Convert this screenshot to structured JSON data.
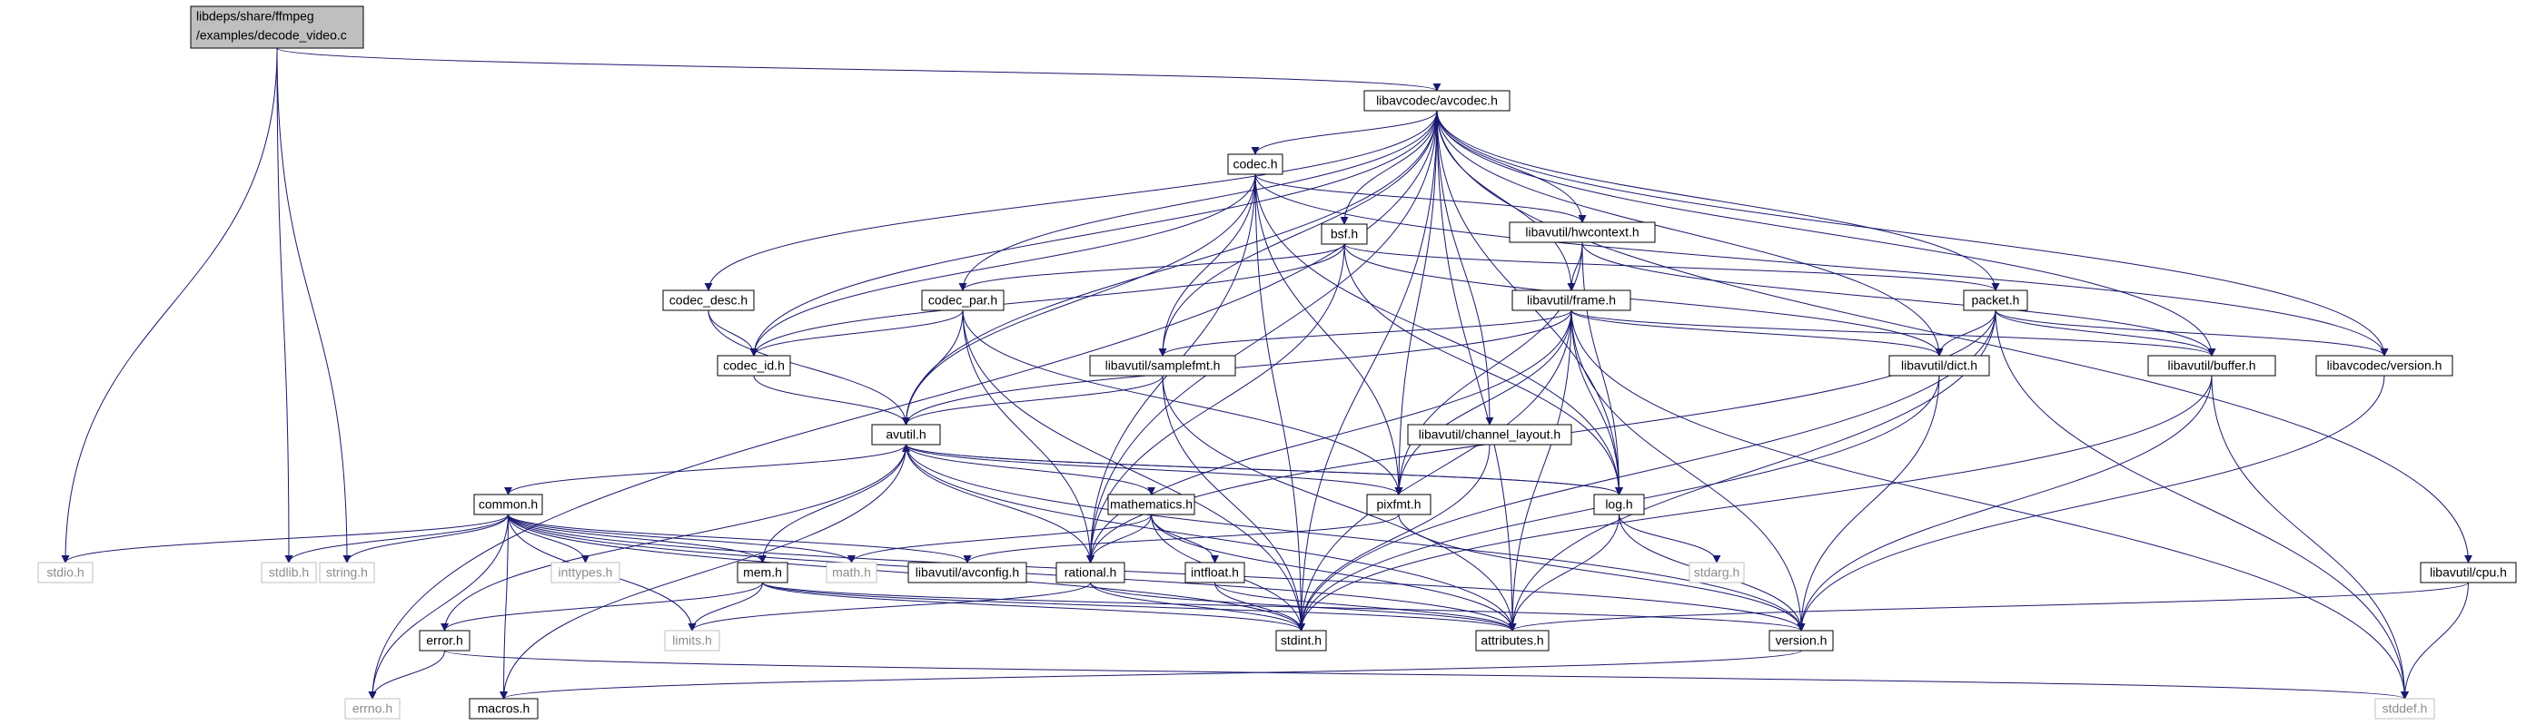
{
  "colors": {
    "edge": "#191970",
    "node_border": "#000000",
    "root_fill": "#bfbfbf",
    "system_border": "#bfbfbf",
    "system_text": "#8c8c8c",
    "text": "#000000"
  },
  "root_label_lines": [
    "libdeps/share/ffmpeg",
    "/examples/decode_video.c"
  ],
  "nodes": [
    {
      "id": "root",
      "label": "",
      "kind": "root"
    },
    {
      "id": "avcodec_h",
      "label": "libavcodec/avcodec.h",
      "kind": "header"
    },
    {
      "id": "codec_h",
      "label": "codec.h",
      "kind": "header"
    },
    {
      "id": "hwcontext_h",
      "label": "libavutil/hwcontext.h",
      "kind": "header"
    },
    {
      "id": "bsf_h",
      "label": "bsf.h",
      "kind": "header"
    },
    {
      "id": "codec_desc_h",
      "label": "codec_desc.h",
      "kind": "header"
    },
    {
      "id": "codec_par_h",
      "label": "codec_par.h",
      "kind": "header"
    },
    {
      "id": "frame_h",
      "label": "libavutil/frame.h",
      "kind": "header"
    },
    {
      "id": "packet_h",
      "label": "packet.h",
      "kind": "header"
    },
    {
      "id": "codec_id_h",
      "label": "codec_id.h",
      "kind": "header"
    },
    {
      "id": "samplefmt_h",
      "label": "libavutil/samplefmt.h",
      "kind": "header"
    },
    {
      "id": "dict_h",
      "label": "libavutil/dict.h",
      "kind": "header"
    },
    {
      "id": "buffer_h",
      "label": "libavutil/buffer.h",
      "kind": "header"
    },
    {
      "id": "avc_version_h",
      "label": "libavcodec/version.h",
      "kind": "header"
    },
    {
      "id": "channel_layout_h",
      "label": "libavutil/channel_layout.h",
      "kind": "header"
    },
    {
      "id": "avutil_h",
      "label": "avutil.h",
      "kind": "header"
    },
    {
      "id": "common_h",
      "label": "common.h",
      "kind": "header"
    },
    {
      "id": "pixfmt_h",
      "label": "pixfmt.h",
      "kind": "header"
    },
    {
      "id": "log_h",
      "label": "log.h",
      "kind": "header"
    },
    {
      "id": "mathematics_h",
      "label": "mathematics.h",
      "kind": "header"
    },
    {
      "id": "avconfig_h",
      "label": "libavutil/avconfig.h",
      "kind": "header"
    },
    {
      "id": "rational_h",
      "label": "rational.h",
      "kind": "header"
    },
    {
      "id": "intfloat_h",
      "label": "intfloat.h",
      "kind": "header"
    },
    {
      "id": "mem_h",
      "label": "mem.h",
      "kind": "header"
    },
    {
      "id": "cpu_h",
      "label": "libavutil/cpu.h",
      "kind": "header"
    },
    {
      "id": "error_h",
      "label": "error.h",
      "kind": "header"
    },
    {
      "id": "stdint_h",
      "label": "stdint.h",
      "kind": "header"
    },
    {
      "id": "attributes_h",
      "label": "attributes.h",
      "kind": "header"
    },
    {
      "id": "version_h",
      "label": "version.h",
      "kind": "header"
    },
    {
      "id": "macros_h",
      "label": "macros.h",
      "kind": "header"
    },
    {
      "id": "stdio_h",
      "label": "stdio.h",
      "kind": "system"
    },
    {
      "id": "stdlib_h",
      "label": "stdlib.h",
      "kind": "system"
    },
    {
      "id": "string_h",
      "label": "string.h",
      "kind": "system"
    },
    {
      "id": "inttypes_h",
      "label": "inttypes.h",
      "kind": "system"
    },
    {
      "id": "math_h",
      "label": "math.h",
      "kind": "system"
    },
    {
      "id": "limits_h",
      "label": "limits.h",
      "kind": "system"
    },
    {
      "id": "stdarg_h",
      "label": "stdarg.h",
      "kind": "system"
    },
    {
      "id": "errno_h",
      "label": "errno.h",
      "kind": "system"
    },
    {
      "id": "stddef_h",
      "label": "stddef.h",
      "kind": "system"
    }
  ],
  "edges": [
    [
      "root",
      "avcodec_h"
    ],
    [
      "root",
      "stdio_h"
    ],
    [
      "root",
      "stdlib_h"
    ],
    [
      "root",
      "string_h"
    ],
    [
      "avcodec_h",
      "codec_h"
    ],
    [
      "avcodec_h",
      "bsf_h"
    ],
    [
      "avcodec_h",
      "codec_desc_h"
    ],
    [
      "avcodec_h",
      "codec_par_h"
    ],
    [
      "avcodec_h",
      "hwcontext_h"
    ],
    [
      "avcodec_h",
      "frame_h"
    ],
    [
      "avcodec_h",
      "packet_h"
    ],
    [
      "avcodec_h",
      "samplefmt_h"
    ],
    [
      "avcodec_h",
      "channel_layout_h"
    ],
    [
      "avcodec_h",
      "dict_h"
    ],
    [
      "avcodec_h",
      "buffer_h"
    ],
    [
      "avcodec_h",
      "avc_version_h"
    ],
    [
      "avcodec_h",
      "avutil_h"
    ],
    [
      "avcodec_h",
      "codec_id_h"
    ],
    [
      "avcodec_h",
      "log_h"
    ],
    [
      "avcodec_h",
      "pixfmt_h"
    ],
    [
      "avcodec_h",
      "rational_h"
    ],
    [
      "avcodec_h",
      "attributes_h"
    ],
    [
      "avcodec_h",
      "cpu_h"
    ],
    [
      "avcodec_h",
      "errno_h"
    ],
    [
      "avcodec_h",
      "stdint_h"
    ],
    [
      "codec_h",
      "hwcontext_h"
    ],
    [
      "codec_h",
      "codec_id_h"
    ],
    [
      "codec_h",
      "samplefmt_h"
    ],
    [
      "codec_h",
      "avutil_h"
    ],
    [
      "codec_h",
      "pixfmt_h"
    ],
    [
      "codec_h",
      "log_h"
    ],
    [
      "codec_h",
      "rational_h"
    ],
    [
      "codec_h",
      "avc_version_h"
    ],
    [
      "codec_h",
      "stdint_h"
    ],
    [
      "hwcontext_h",
      "frame_h"
    ],
    [
      "hwcontext_h",
      "buffer_h"
    ],
    [
      "hwcontext_h",
      "pixfmt_h"
    ],
    [
      "hwcontext_h",
      "log_h"
    ],
    [
      "bsf_h",
      "codec_id_h"
    ],
    [
      "bsf_h",
      "codec_par_h"
    ],
    [
      "bsf_h",
      "packet_h"
    ],
    [
      "bsf_h",
      "dict_h"
    ],
    [
      "bsf_h",
      "log_h"
    ],
    [
      "bsf_h",
      "rational_h"
    ],
    [
      "codec_desc_h",
      "codec_id_h"
    ],
    [
      "codec_desc_h",
      "avutil_h"
    ],
    [
      "codec_par_h",
      "codec_id_h"
    ],
    [
      "codec_par_h",
      "avutil_h"
    ],
    [
      "codec_par_h",
      "pixfmt_h"
    ],
    [
      "codec_par_h",
      "rational_h"
    ],
    [
      "codec_par_h",
      "stdint_h"
    ],
    [
      "frame_h",
      "samplefmt_h"
    ],
    [
      "frame_h",
      "dict_h"
    ],
    [
      "frame_h",
      "buffer_h"
    ],
    [
      "frame_h",
      "avutil_h"
    ],
    [
      "frame_h",
      "pixfmt_h"
    ],
    [
      "frame_h",
      "log_h"
    ],
    [
      "frame_h",
      "rational_h"
    ],
    [
      "frame_h",
      "stdint_h"
    ],
    [
      "frame_h",
      "attributes_h"
    ],
    [
      "frame_h",
      "version_h"
    ],
    [
      "frame_h",
      "stddef_h"
    ],
    [
      "packet_h",
      "dict_h"
    ],
    [
      "packet_h",
      "buffer_h"
    ],
    [
      "packet_h",
      "avc_version_h"
    ],
    [
      "packet_h",
      "rational_h"
    ],
    [
      "packet_h",
      "attributes_h"
    ],
    [
      "packet_h",
      "stdint_h"
    ],
    [
      "packet_h",
      "stddef_h"
    ],
    [
      "codec_id_h",
      "avutil_h"
    ],
    [
      "samplefmt_h",
      "avutil_h"
    ],
    [
      "samplefmt_h",
      "attributes_h"
    ],
    [
      "samplefmt_h",
      "stdint_h"
    ],
    [
      "channel_layout_h",
      "stdint_h"
    ],
    [
      "dict_h",
      "stdint_h"
    ],
    [
      "dict_h",
      "version_h"
    ],
    [
      "buffer_h",
      "stdint_h"
    ],
    [
      "buffer_h",
      "version_h"
    ],
    [
      "buffer_h",
      "stddef_h"
    ],
    [
      "avc_version_h",
      "version_h"
    ],
    [
      "avutil_h",
      "common_h"
    ],
    [
      "avutil_h",
      "error_h"
    ],
    [
      "avutil_h",
      "mathematics_h"
    ],
    [
      "avutil_h",
      "rational_h"
    ],
    [
      "avutil_h",
      "pixfmt_h"
    ],
    [
      "avutil_h",
      "log_h"
    ],
    [
      "avutil_h",
      "macros_h"
    ],
    [
      "avutil_h",
      "attributes_h"
    ],
    [
      "avutil_h",
      "version_h"
    ],
    [
      "common_h",
      "stdio_h"
    ],
    [
      "common_h",
      "stdlib_h"
    ],
    [
      "common_h",
      "string_h"
    ],
    [
      "common_h",
      "inttypes_h"
    ],
    [
      "common_h",
      "math_h"
    ],
    [
      "common_h",
      "mem_h"
    ],
    [
      "common_h",
      "avconfig_h"
    ],
    [
      "common_h",
      "attributes_h"
    ],
    [
      "common_h",
      "macros_h"
    ],
    [
      "common_h",
      "limits_h"
    ],
    [
      "common_h",
      "errno_h"
    ],
    [
      "common_h",
      "stdint_h"
    ],
    [
      "common_h",
      "version_h"
    ],
    [
      "pixfmt_h",
      "avconfig_h"
    ],
    [
      "pixfmt_h",
      "version_h"
    ],
    [
      "log_h",
      "avutil_h"
    ],
    [
      "log_h",
      "stdarg_h"
    ],
    [
      "log_h",
      "attributes_h"
    ],
    [
      "log_h",
      "version_h"
    ],
    [
      "mathematics_h",
      "math_h"
    ],
    [
      "mathematics_h",
      "rational_h"
    ],
    [
      "mathematics_h",
      "intfloat_h"
    ],
    [
      "mathematics_h",
      "attributes_h"
    ],
    [
      "mathematics_h",
      "stdint_h"
    ],
    [
      "rational_h",
      "limits_h"
    ],
    [
      "rational_h",
      "attributes_h"
    ],
    [
      "rational_h",
      "stdint_h"
    ],
    [
      "intfloat_h",
      "attributes_h"
    ],
    [
      "intfloat_h",
      "stdint_h"
    ],
    [
      "mem_h",
      "avutil_h"
    ],
    [
      "mem_h",
      "error_h"
    ],
    [
      "mem_h",
      "limits_h"
    ],
    [
      "mem_h",
      "attributes_h"
    ],
    [
      "mem_h",
      "stdint_h"
    ],
    [
      "mem_h",
      "version_h"
    ],
    [
      "cpu_h",
      "attributes_h"
    ],
    [
      "cpu_h",
      "stddef_h"
    ],
    [
      "error_h",
      "errno_h"
    ],
    [
      "error_h",
      "stddef_h"
    ],
    [
      "version_h",
      "macros_h"
    ]
  ]
}
